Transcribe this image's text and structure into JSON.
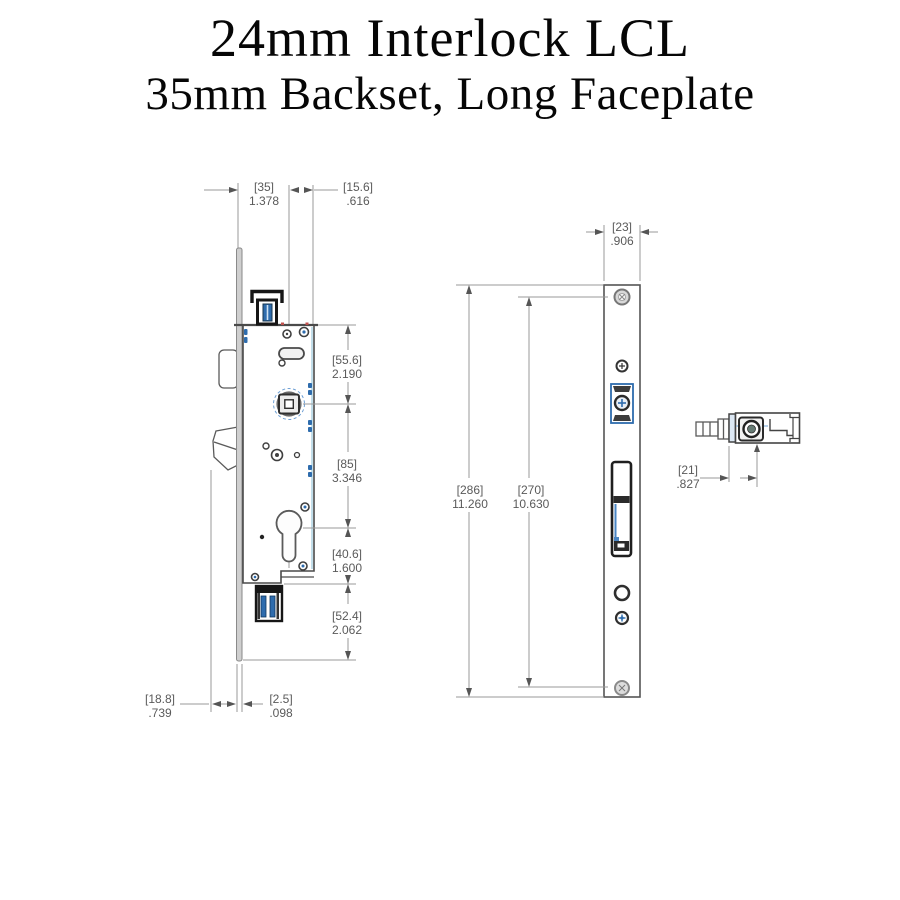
{
  "title": {
    "line1": "24mm Interlock LCL",
    "line2": "35mm Backset, Long Faceplate"
  },
  "colors": {
    "accent_blue": "#2e6cad",
    "light_blue": "#8ab4dc",
    "line_gray": "#9a9a9a",
    "outline_gray": "#4a4a4a",
    "dark": "#161616",
    "dim_text": "#5a5a5a"
  },
  "side_view": {
    "dims": {
      "backset": {
        "mm": "[35]",
        "inch": "1.378"
      },
      "spindle_to_edge": {
        "mm": "[15.6]",
        "inch": ".616"
      },
      "top_to_spindle": {
        "mm": "[55.6]",
        "inch": "2.190"
      },
      "spindle_to_cylinder": {
        "mm": "[85]",
        "inch": "3.346"
      },
      "cylinder_to_case_bottom": {
        "mm": "[40.6]",
        "inch": "1.600"
      },
      "case_bottom_to_bolt": {
        "mm": "[52.4]",
        "inch": "2.062"
      },
      "case_depth": {
        "mm": "[18.8]",
        "inch": ".739"
      },
      "faceplate_thickness": {
        "mm": "[2.5]",
        "inch": ".098"
      }
    }
  },
  "front_view": {
    "dims": {
      "faceplate_width": {
        "mm": "[23]",
        "inch": ".906"
      },
      "faceplate_length": {
        "mm": "[286]",
        "inch": "11.260"
      },
      "screw_hole_spacing": {
        "mm": "[270]",
        "inch": "10.630"
      }
    }
  },
  "roller_view": {
    "dims": {
      "roller_offset": {
        "mm": "[21]",
        "inch": ".827"
      }
    }
  }
}
